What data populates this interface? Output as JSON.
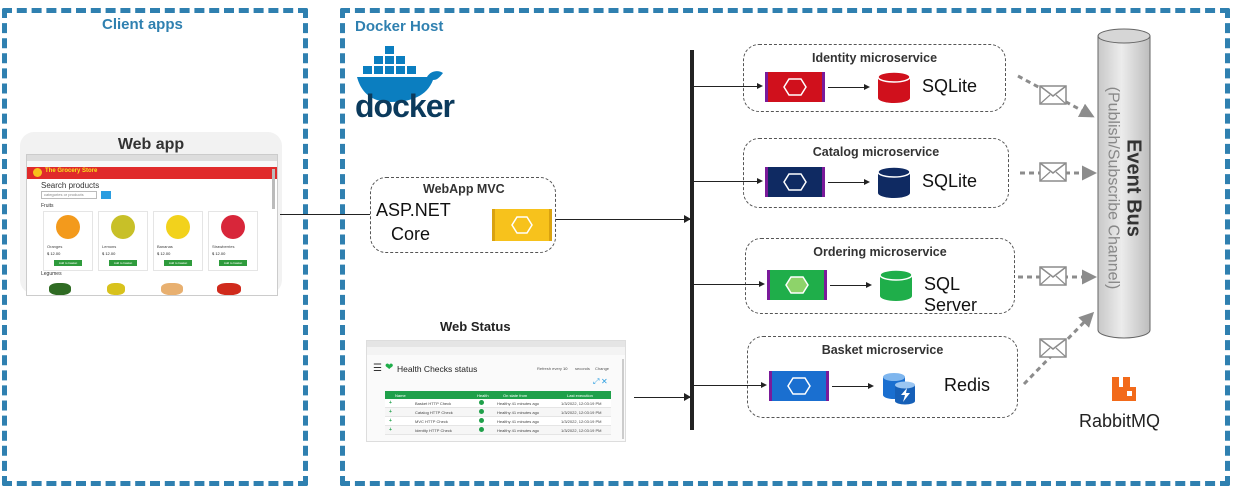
{
  "zones": {
    "client_apps": "Client apps",
    "docker_host": "Docker Host"
  },
  "docker_logo_text": "docker",
  "web_app": {
    "title": "Web app",
    "screenshot": {
      "brand": "The Grocery Store",
      "heading": "Search products",
      "search_placeholder": "categories or products",
      "section_fruits": "Fruits",
      "section_legumes": "Legumes",
      "products": [
        {
          "name": "Oranges",
          "price": "$ 12.00",
          "button": "Add to basket",
          "color": "#f39a1c"
        },
        {
          "name": "Lemons",
          "price": "$ 12.00",
          "button": "Add to basket",
          "color": "#c8c028"
        },
        {
          "name": "Bananas",
          "price": "$ 12.00",
          "button": "Add to basket",
          "color": "#f2d21c"
        },
        {
          "name": "Strawberries",
          "price": "$ 12.00",
          "button": "Add to basket",
          "color": "#d8263a"
        }
      ]
    }
  },
  "webapp_mvc": {
    "title": "WebApp MVC",
    "line1": "ASP.NET",
    "line2": "Core"
  },
  "web_status": {
    "title": "Web Status",
    "screenshot": {
      "heading": "Health Checks status",
      "refresh_label": "Refresh every",
      "refresh_value": "10",
      "refresh_unit": "seconds",
      "change_label": "Change",
      "columns": [
        "Name",
        "Health",
        "On state from",
        "Last execution"
      ],
      "rows": [
        {
          "name": "Basket HTTP Check",
          "state": "Healthy 41 minutes ago",
          "last": "1/3/2022, 12:03:19 PM"
        },
        {
          "name": "Catalog HTTP Check",
          "state": "Healthy 41 minutes ago",
          "last": "1/3/2022, 12:03:19 PM"
        },
        {
          "name": "MVC HTTP Check",
          "state": "Healthy 41 minutes ago",
          "last": "1/3/2022, 12:03:19 PM"
        },
        {
          "name": "Identity HTTP Check",
          "state": "Healthy 41 minutes ago",
          "last": "1/3/2022, 12:03:19 PM"
        }
      ]
    }
  },
  "services": [
    {
      "title": "Identity microservice",
      "db_label": "SQLite",
      "color": "#d0101c"
    },
    {
      "title": "Catalog microservice",
      "db_label": "SQLite",
      "color": "#0f2a62"
    },
    {
      "title": "Ordering microservice",
      "db_label": "SQL Server",
      "color": "#1fae4a"
    },
    {
      "title": "Basket microservice",
      "db_label": "Redis",
      "color": "#1a6fd0"
    }
  ],
  "event_bus": {
    "title": "Event Bus",
    "subtitle": "(Publish/Subscribe Channel)"
  },
  "rabbitmq": {
    "label": "RabbitMQ",
    "color": "#f26a1a"
  },
  "colors": {
    "zone_border": "#2f80b0",
    "mvc_hex": "#f7c21c",
    "arrow_gray": "#8c8c8c"
  }
}
